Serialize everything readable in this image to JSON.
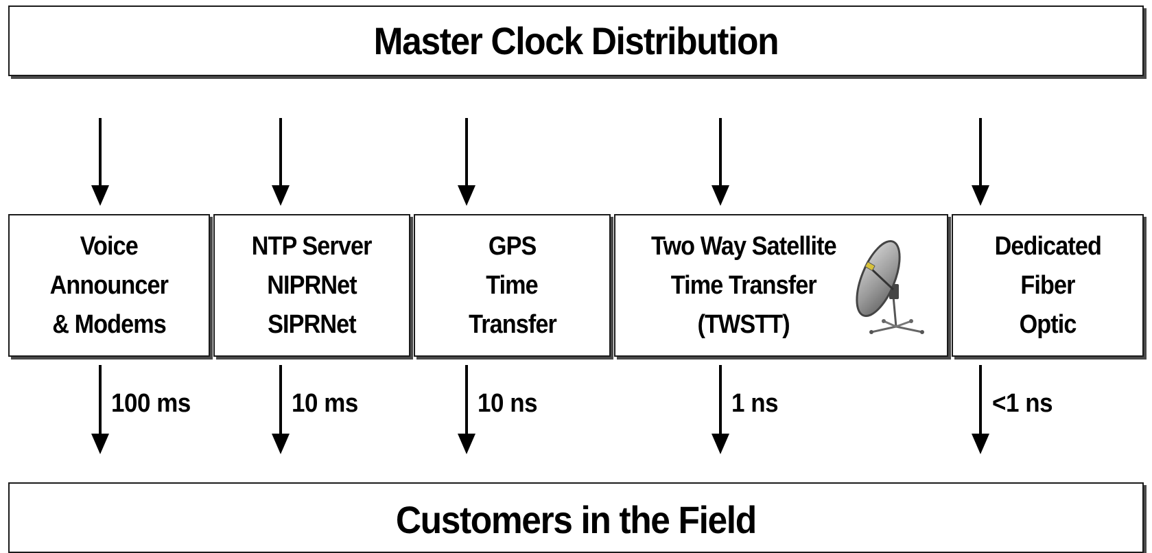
{
  "title": "Master Clock Distribution",
  "destination": "Customers in the Field",
  "methods": [
    {
      "lines": [
        "Voice",
        "Announcer",
        "& Modems"
      ],
      "accuracy": "100 ms"
    },
    {
      "lines": [
        "NTP Server",
        "NIPRNet",
        "SIPRNet"
      ],
      "accuracy": "10 ms"
    },
    {
      "lines": [
        "GPS",
        "Time",
        "Transfer"
      ],
      "accuracy": "10 ns"
    },
    {
      "lines": [
        "Two Way Satellite",
        "Time Transfer",
        "(TWSTT)"
      ],
      "accuracy": "1 ns",
      "icon": "satellite-dish-icon"
    },
    {
      "lines": [
        "Dedicated",
        "Fiber",
        "Optic"
      ],
      "accuracy": "<1 ns"
    }
  ]
}
